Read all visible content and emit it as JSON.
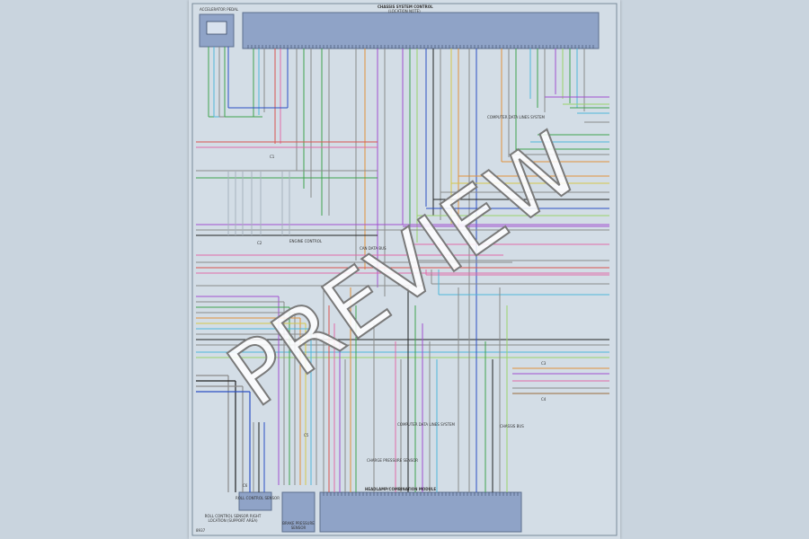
{
  "watermark": "PREVIEW",
  "page_number": "8937",
  "components": {
    "top_module": "CHASSIS SYSTEM CONTROL",
    "top_module_sub": "(LOCATION NOTE)",
    "bottom_module": "HEADLAMP/COMBINATION MODULE",
    "sensor_top_left": "ACCELERATOR PEDAL",
    "bottom_left_box": "ROLL CONTROL SENSOR",
    "bottom_left_caption": "ROLL CONTROL SENSOR RIGHT LOCATION (SUPPORT AREA)",
    "bottom_mid_box": "BRAKE PRESSURE SENSOR"
  },
  "notes": [
    "COMPUTER DATA LINES SYSTEM",
    "CAN DATA BUS",
    "ENGINE CONTROL",
    "COMPUTER DATA LINES SYSTEM",
    "CHARGE PRESSURE SENSOR",
    "CHASSIS BUS"
  ],
  "connectors": [
    "C1",
    "C2",
    "C3",
    "C4",
    "C5",
    "C6"
  ],
  "wire_colors": {
    "green": "#3fa34d",
    "light_green": "#9ad46b",
    "blue": "#2b4fc4",
    "light_blue": "#4fb7d9",
    "red": "#d9534f",
    "pink": "#e06aa8",
    "violet": "#a04fd0",
    "orange": "#e0913a",
    "yellow": "#d6c64a",
    "black": "#222222",
    "gray": "#8a8a8a",
    "white": "#f2f2f2",
    "brown": "#9a6a3a"
  }
}
